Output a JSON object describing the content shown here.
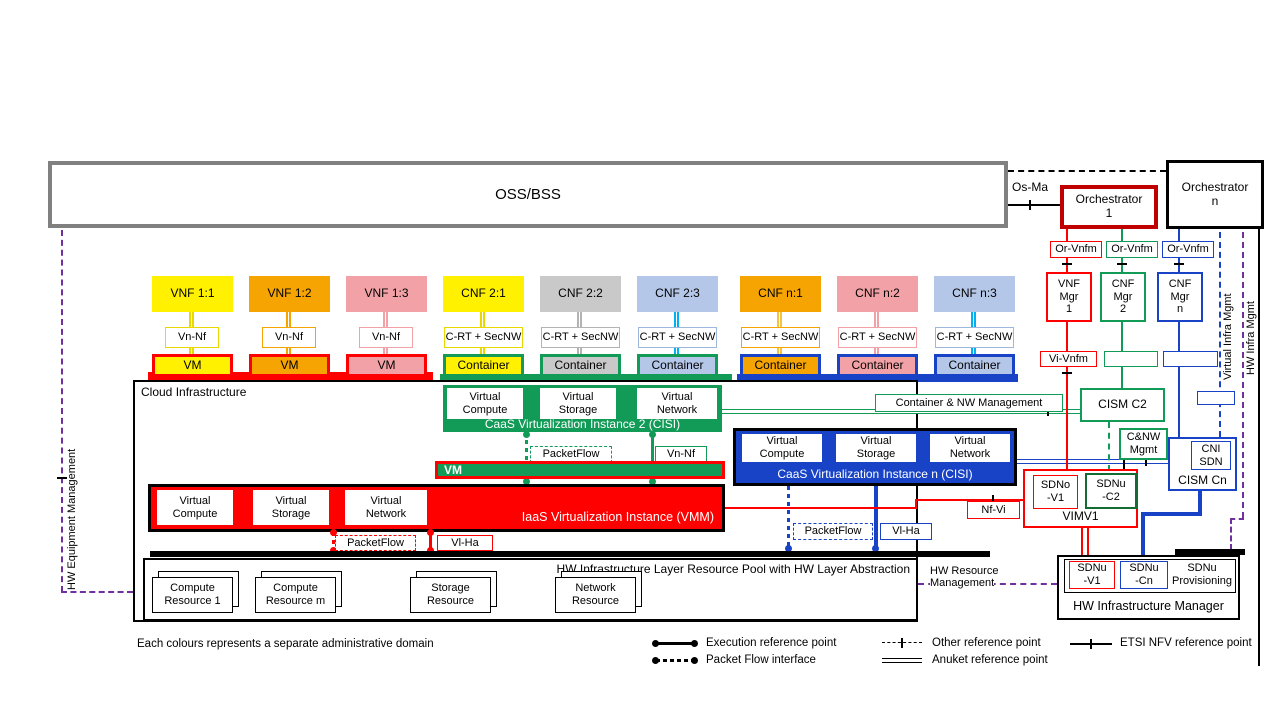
{
  "colors": {
    "yellow": "#FFF100",
    "orange": "#F5A402",
    "pink": "#F2A2A6",
    "gray": "#C9C9C9",
    "light_blue": "#B5C7E8",
    "green": "#129B57",
    "dark_green": "#156B34",
    "blue": "#1843C6",
    "cyan": "#00B0F0",
    "red": "#FF0000",
    "dark_red": "#C00000",
    "purple": "#7030A0",
    "oss_border": "#808080"
  },
  "top": {
    "oss_bss": "OSS/BSS",
    "os_ma": "Os-Ma",
    "orch1_l1": "Orchestrator",
    "orch1_l2": "1",
    "orchn_l1": "Orchestrator",
    "orchn_l2": "n",
    "or_vnfm_1": "Or-Vnfm",
    "or_vnfm_2": "Or-Vnfm",
    "or_vnfm_3": "Or-Vnfm"
  },
  "nfs": [
    {
      "label": "VNF 1:1",
      "ref": "Vn-Nf",
      "runtime": "VM",
      "fill": "#FFF100",
      "line": "#E8D800",
      "ref_border": "#E8D800",
      "rt_fill": "#FFF100",
      "rt_border": "#FF0000"
    },
    {
      "label": "VNF 1:2",
      "ref": "Vn-Nf",
      "runtime": "VM",
      "fill": "#F5A402",
      "line": "#F5A402",
      "ref_border": "#F5A402",
      "rt_fill": "#F5A402",
      "rt_border": "#FF0000"
    },
    {
      "label": "VNF 1:3",
      "ref": "Vn-Nf",
      "runtime": "VM",
      "fill": "#F2A2A6",
      "line": "#F2A2A6",
      "ref_border": "#F2A2A6",
      "rt_fill": "#F2A2A6",
      "rt_border": "#FF0000"
    },
    {
      "label": "CNF 2:1",
      "ref": "C-RT + SecNW",
      "runtime": "Container",
      "fill": "#FFF100",
      "line": "#E8D800",
      "ref_border": "#E8D800",
      "rt_fill": "#FFF100",
      "rt_border": "#129B57"
    },
    {
      "label": "CNF 2:2",
      "ref": "C-RT + SecNW",
      "runtime": "Container",
      "fill": "#C9C9C9",
      "line": "#B3B3B3",
      "ref_border": "#B3B3B3",
      "rt_fill": "#C9C9C9",
      "rt_border": "#129B57"
    },
    {
      "label": "CNF 2:3",
      "ref": "C-RT + SecNW",
      "runtime": "Container",
      "fill": "#B5C7E8",
      "line": "#00B0F0",
      "ref_border": "#9DB7DD",
      "rt_fill": "#B5C7E8",
      "rt_border": "#129B57"
    },
    {
      "label": "CNF n:1",
      "ref": "C-RT + SecNW",
      "runtime": "Container",
      "fill": "#F5A402",
      "line": "#F5C242",
      "ref_border": "#F5A402",
      "rt_fill": "#F5A402",
      "rt_border": "#1843C6"
    },
    {
      "label": "CNF n:2",
      "ref": "C-RT + SecNW",
      "runtime": "Container",
      "fill": "#F2A2A6",
      "line": "#F2A2A6",
      "ref_border": "#F2A2A6",
      "rt_fill": "#F2A2A6",
      "rt_border": "#1843C6"
    },
    {
      "label": "CNF n:3",
      "ref": "C-RT + SecNW",
      "runtime": "Container",
      "fill": "#B5C7E8",
      "line": "#00B0F0",
      "ref_border": "#9DB7DD",
      "rt_fill": "#B5C7E8",
      "rt_border": "#1843C6"
    }
  ],
  "cloud": {
    "label": "Cloud Infrastructure",
    "caas2_title": "CaaS Virtualization Instance 2 (CISI)",
    "caasn_title": "CaaS Virtualization Instance n (CISI)",
    "iaas_title": "IaaS Virtualization Instance (VMM)",
    "vm_bar": "VM",
    "vc_l1": "Virtual",
    "vc_l2": "Compute",
    "vs_l1": "Virtual",
    "vs_l2": "Storage",
    "vnw_l1": "Virtual",
    "vnw_l2": "Network",
    "packetflow": "PacketFlow",
    "vn_nf": "Vn-Nf",
    "vl_ha": "Vl-Ha",
    "hw_title": "HW Infrastructure Layer Resource Pool with HW Layer Abstraction",
    "res1_l1": "Compute",
    "res1_l2": "Resource 1",
    "res2_l1": "Compute",
    "res2_l2": "Resource m",
    "res3_l1": "Storage",
    "res3_l2": "Resource",
    "res4_l1": "Network",
    "res4_l2": "Resource"
  },
  "right": {
    "mgr1_l1": "VNF",
    "mgr1_l2": "Mgr",
    "mgr1_l3": "1",
    "mgr2_l1": "CNF",
    "mgr2_l2": "Mgr",
    "mgr2_l3": "2",
    "mgr3_l1": "CNF",
    "mgr3_l2": "Mgr",
    "mgr3_l3": "n",
    "vi_vnfm": "Vi-Vnfm",
    "container_nw": "Container & NW Management",
    "cism_c2": "CISM C2",
    "cnw_l1": "C&NW",
    "cnw_l2": "Mgmt",
    "cni_l1": "CNI",
    "cni_l2": "SDN",
    "cism_cn": "CISM Cn",
    "sdno_l1": "SDNo",
    "sdno_l2": "-V1",
    "sdnuc2_l1": "SDNu",
    "sdnuc2_l2": "-C2",
    "vim": "VIMV1",
    "nf_vi": "Nf-Vi",
    "hwres_l1": "HW Resource",
    "hwres_l2": "Management",
    "sdnuv1_l1": "SDNu",
    "sdnuv1_l2": "-V1",
    "sdnucn_l1": "SDNu",
    "sdnucn_l2": "-Cn",
    "sdnuprov_l1": "SDNu",
    "sdnuprov_l2": "Provisioning",
    "hw_mgr": "HW Infrastructure Manager",
    "virtual_infra": "Virtual Infra Mgmt",
    "hw_infra": "HW Infra Mgmt"
  },
  "left": {
    "hw_equip": "HW Equipment Management"
  },
  "legend": {
    "execution": "Execution reference point",
    "packet_flow": "Packet Flow interface",
    "other": "Other reference point",
    "anuket": "Anuket reference point",
    "etsi": "ETSI NFV reference point"
  },
  "footnote": "Each colours represents a separate administrative domain"
}
